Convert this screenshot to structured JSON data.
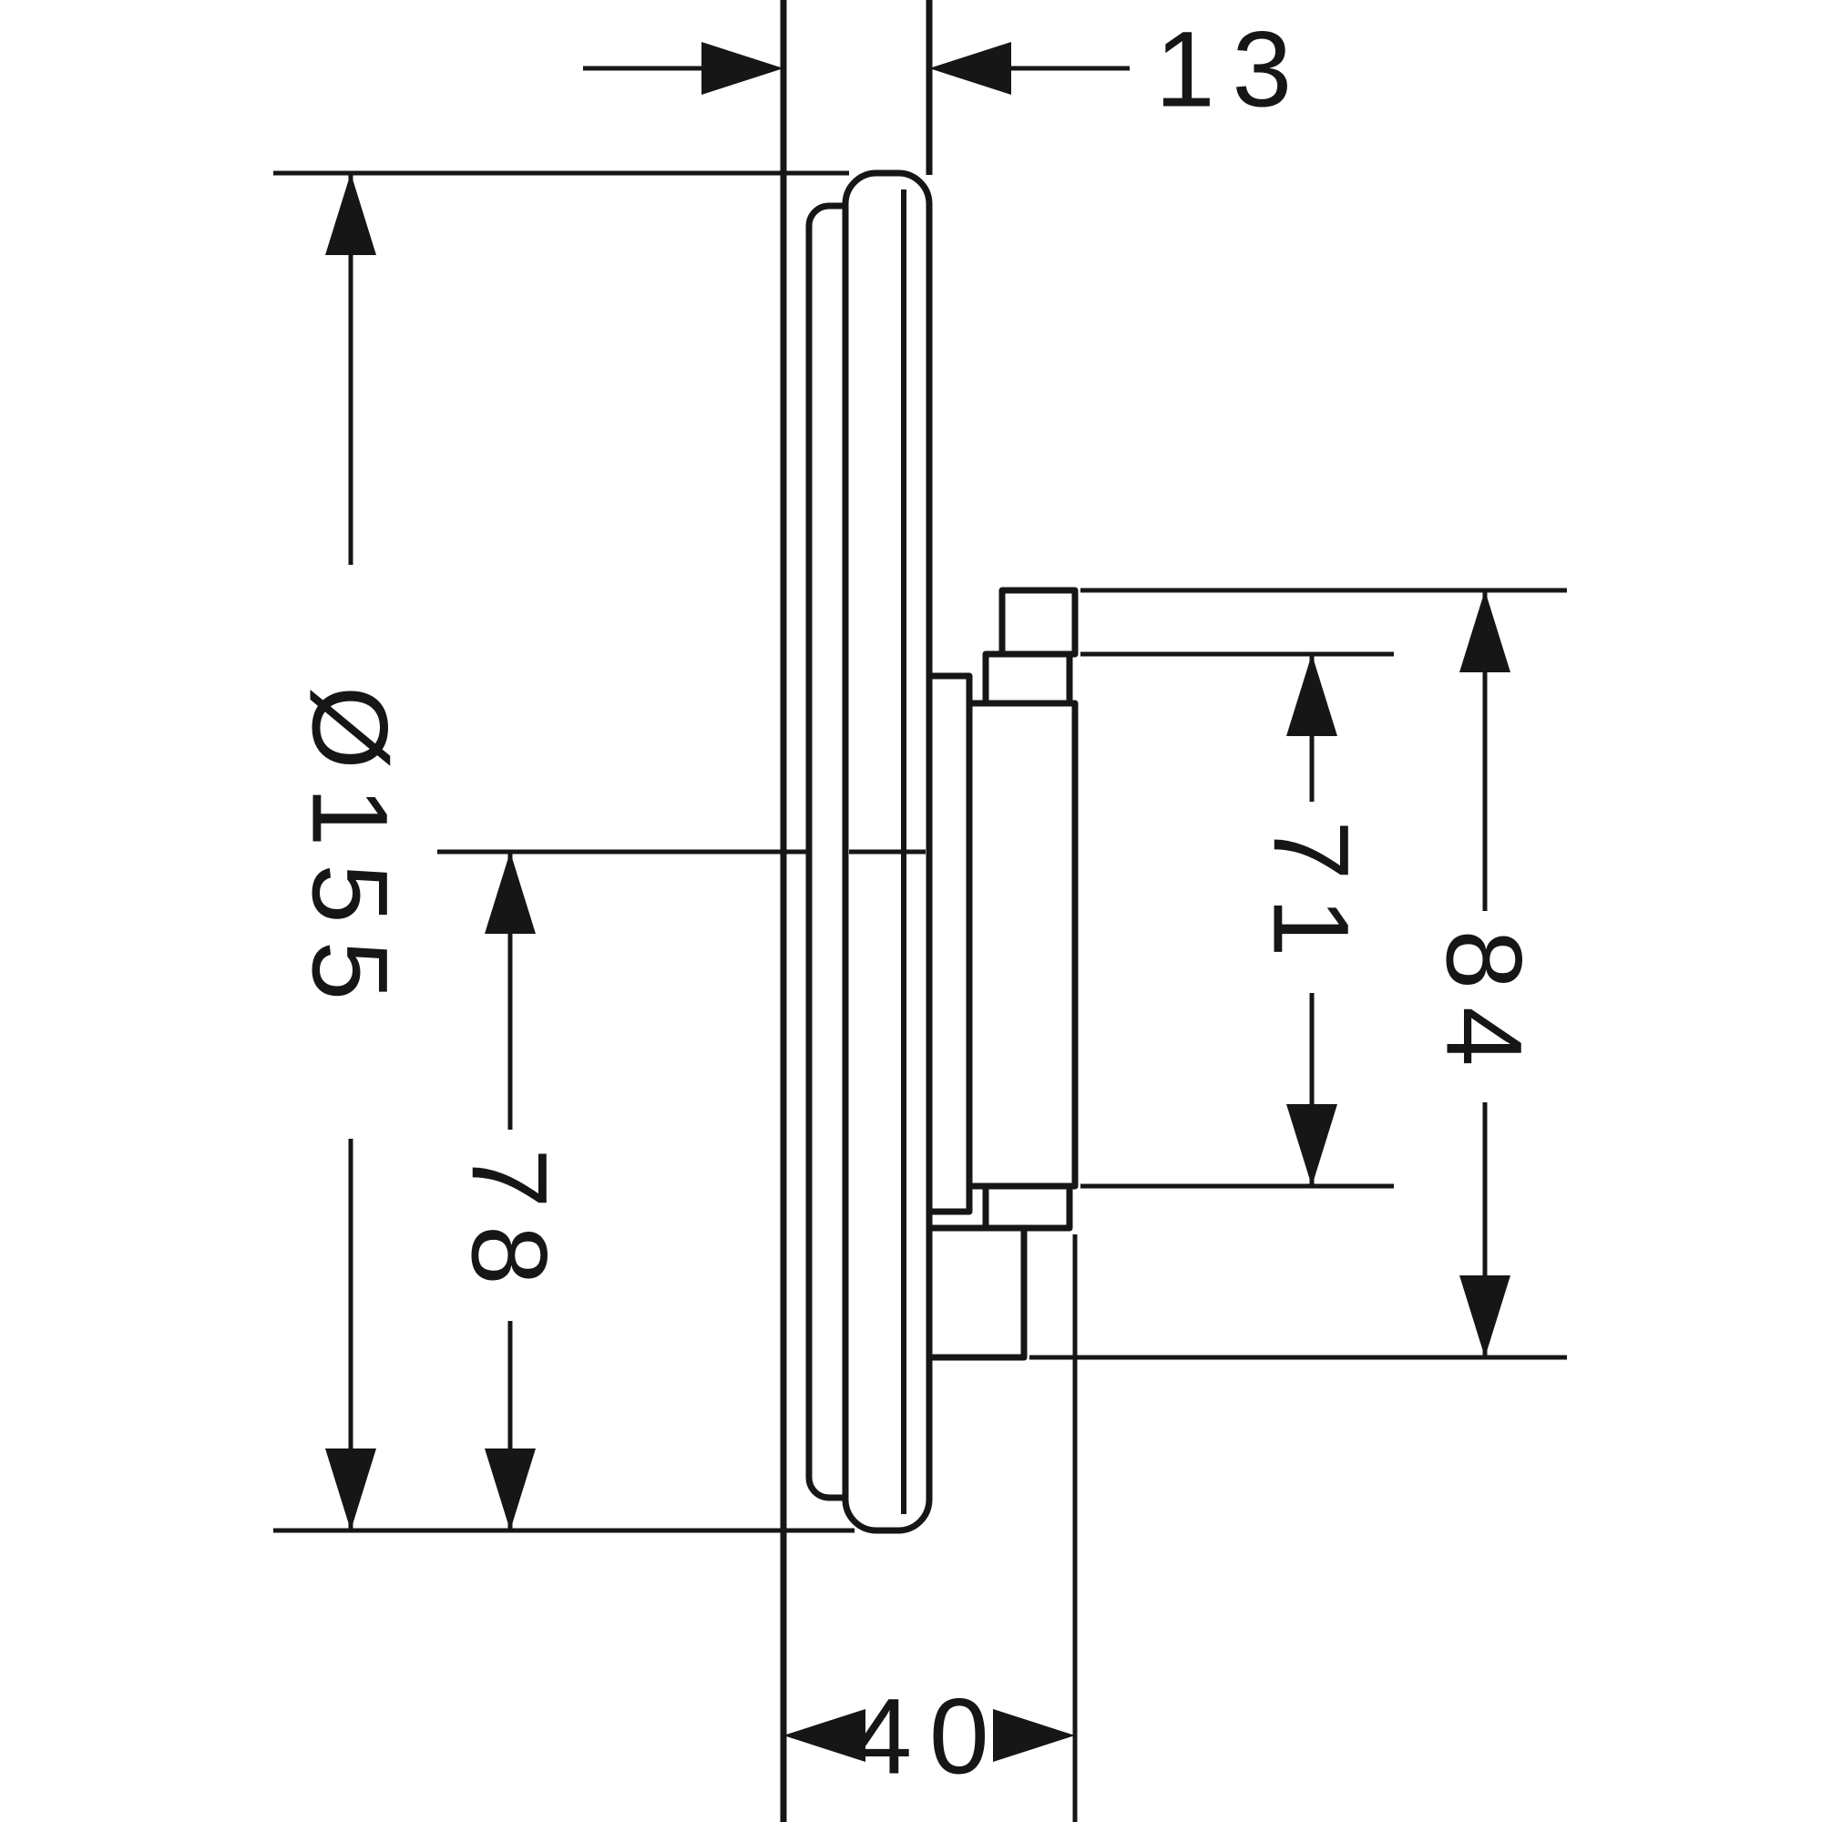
{
  "drawing": {
    "background_color": "#ffffff",
    "line_color": "#161616",
    "dimensions": {
      "plate_offset_from_wall": "13",
      "plate_diameter": "Ø155",
      "center_to_plate_bottom": "78",
      "handle_body_height": "71",
      "handle_overall_height": "84",
      "wall_to_handle_front": "40"
    }
  }
}
